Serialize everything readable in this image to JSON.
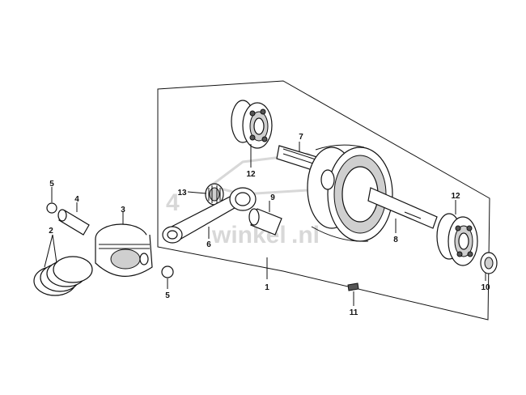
{
  "callouts": {
    "c1": "1",
    "c2": "2",
    "c3": "3",
    "c4": "4",
    "c5a": "5",
    "c5b": "5",
    "c6": "6",
    "c7": "7",
    "c8": "8",
    "c9": "9",
    "c10": "10",
    "c11": "11",
    "c12a": "12",
    "c12b": "12",
    "c13": "13"
  },
  "watermark": {
    "brand_number": "4",
    "brand_word": "winkel",
    "brand_suffix": ".nl"
  }
}
